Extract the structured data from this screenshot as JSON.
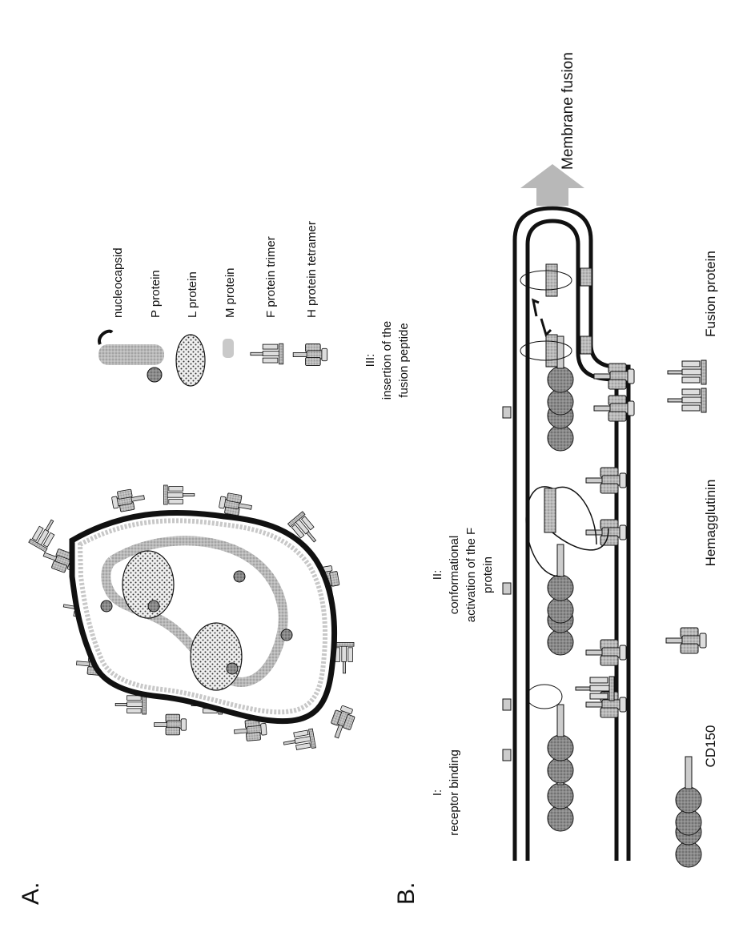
{
  "panels": {
    "a": "A.",
    "b": "B."
  },
  "legend": {
    "items": [
      {
        "icon": "nucleocapsid-icon",
        "label": "nucleocapsid"
      },
      {
        "icon": "p-protein-icon",
        "label": "P protein"
      },
      {
        "icon": "l-protein-icon",
        "label": "L protein"
      },
      {
        "icon": "m-protein-icon",
        "label": "M protein"
      },
      {
        "icon": "f-protein-trimer-icon",
        "label": "F protein trimer"
      },
      {
        "icon": "h-protein-tetramer-icon",
        "label": "H protein tetramer"
      }
    ]
  },
  "stages": {
    "s1": [
      "I:",
      "receptor binding"
    ],
    "s2": [
      "II:",
      "conformational",
      "activation of the F",
      "protein"
    ],
    "s3": [
      "III:",
      "insertion of the",
      "fusion peptide"
    ],
    "result": "Membrane fusion"
  },
  "key_b": {
    "cd150": "CD150",
    "hemagglutinin": "Hemagglutinin",
    "fusion": "Fusion protein"
  },
  "colors": {
    "ink": "#111111",
    "gray_light": "#cfcfcf",
    "gray_mid": "#9a9a9a",
    "gray_dark": "#6a6a6a",
    "arrow": "#b8b8b8"
  }
}
